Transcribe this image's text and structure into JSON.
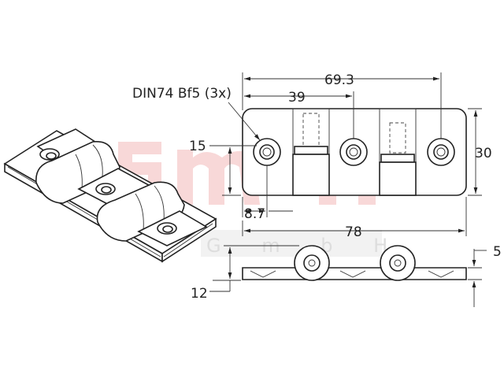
{
  "callout": "DIN74 Bf5 (3x)",
  "dimensions": {
    "overall_hole_spacing": "69.3",
    "hole_to_center": "39",
    "total_length": "78",
    "width": "30",
    "hole_offset_y": "15",
    "hole_offset_x": "8.7",
    "plate_thickness": "5",
    "total_height": "12"
  },
  "watermark": {
    "logo_text": "sm",
    "company": "G m b H",
    "color": "#e9a0a0"
  }
}
